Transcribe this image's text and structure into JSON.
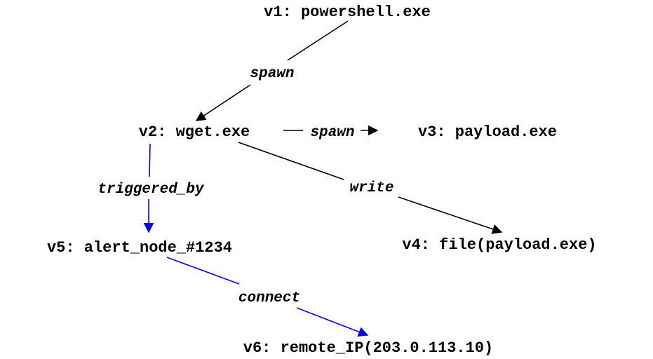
{
  "nodes": {
    "v1": "v1: powershell.exe",
    "v2": "v2: wget.exe",
    "v3": "v3: payload.exe",
    "v4": "v4: file(payload.exe)",
    "v5": "v5: alert_node_#1234",
    "v6": "v6: remote_IP(203.0.113.10)"
  },
  "edges": {
    "v1_v2": "spawn",
    "v2_v3": "spawn",
    "v2_v4": "write",
    "v2_v5": "triggered_by",
    "v5_v6": "connect"
  },
  "colors": {
    "default_edge": "#000000",
    "alert_edge": "#0000ee"
  }
}
